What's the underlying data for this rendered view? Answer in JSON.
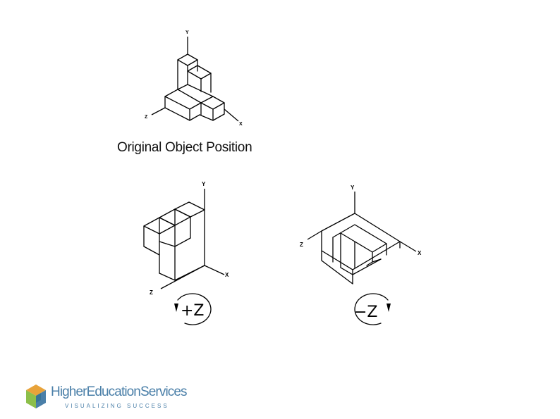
{
  "views": {
    "original": {
      "caption": "Original Object Position",
      "axis_y": "Y",
      "axis_z": "Z",
      "axis_x": "X"
    },
    "plus_z": {
      "axis_y": "Y",
      "axis_z": "Z",
      "axis_x": "X",
      "rotation_label": "+Z"
    },
    "minus_z": {
      "axis_y": "Y",
      "axis_z": "Z",
      "axis_x": "X",
      "rotation_label": "−Z"
    }
  },
  "logo": {
    "name": "HigherEducationServices",
    "tagline": "VISUALIZING SUCCESS",
    "colors": [
      "#e8a33a",
      "#8cbf4a",
      "#4a7fa8",
      "#2f6f8f"
    ]
  }
}
